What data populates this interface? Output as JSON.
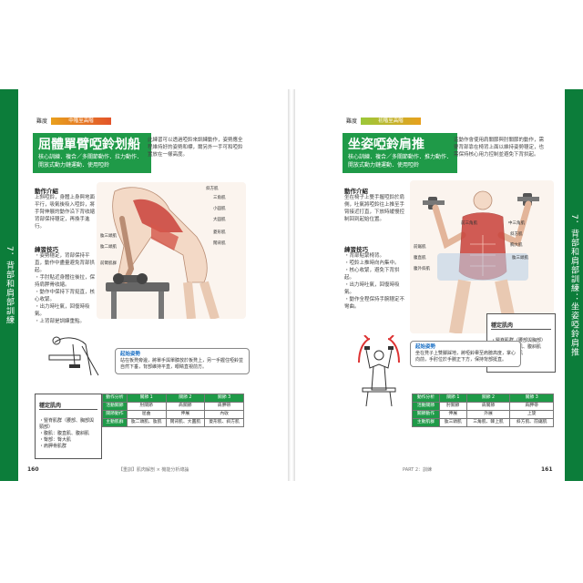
{
  "left": {
    "tab": "7．背部和肩部訓練",
    "difficulty_label": "難度",
    "difficulty_bar": "中階至高階",
    "title": "屈體單臂啞鈴划船",
    "subtitle": "核心訓練．複合／多關節動作．拉力動作．開放式動力鏈運動．使用啞鈴",
    "desc": "此練習可以透過啞鈴來訓練動作，姿勢應全程維持好的姿勢和標，爾另外一手可和啞鈴置放在一樣高度。",
    "intro_title": "動作介紹",
    "intro": "上斜啞鈴，身體上身與地面平行，吸氣後吸入啞鈴，將手臂伸展的動作沿下背收縮背部保持穩定，再換手進行。",
    "tips_title": "練習技巧",
    "tips": "・姿勢穩定，背部保持平直，動作中盡量避免背部拱起。\n・手肘貼近身體往後拉，保持肩胛骨收縮。\n・動作中保持下背挺直，核心收緊。\n・出力時吐氣，回復時吸氣。\n・上背部是訓練重點。",
    "labels": [
      "斜方肌",
      "三角肌",
      "小圓肌",
      "大圓肌",
      "菱形肌",
      "闊背肌",
      "肱三頭肌",
      "肱二頭肌",
      "前臂肌群"
    ],
    "start_title": "起始姿勢",
    "start": "站在板凳旁邊，將單手與單膝放於板凳上，另一手握住啞鈴並自然下垂，背部維持平直，眼睛直視前方。",
    "stab_title": "穩定肌肉",
    "stab": "・豎脊肌群（腰部、胸部與頸部）\n・腹肌：腹直肌、腹斜肌\n・臀部：臀大肌\n・肩胛骨肌群",
    "table": {
      "headers": [
        "動作分析",
        "關節 1",
        "關節 2",
        "關節 3"
      ],
      "rows": [
        [
          "活動關節",
          "肘關節",
          "肩關節",
          "肩胛帶"
        ],
        [
          "關節動作",
          "屈曲",
          "伸展",
          "內收"
        ],
        [
          "主動肌群",
          "肱二頭肌、肱肌",
          "闊背肌、大圓肌",
          "菱形肌、斜方肌"
        ]
      ]
    },
    "page_num": "160",
    "footer": "【重訓】肌肉解剖 × 機能分析總論"
  },
  "right": {
    "tab": "7．背部和肩部訓練：坐姿啞鈴肩推",
    "difficulty_label": "難度",
    "difficulty_bar": "初階至高階",
    "title": "坐姿啞鈴肩推",
    "subtitle": "核心訓練．複合／多關節動作．推力動作．開放式動力鏈運動．使用啞鈴",
    "desc": "這動作會使用肩關節與肘關節的動作，需要背部靠在椅背上面以維持姿勢穩定，也需保持核心用力控制並避免下背拱起。",
    "intro_title": "動作介紹",
    "intro": "坐在椅子上雙手握啞鈴於肩側，吐氣將啞鈴往上推至手臂接近打直，下放時緩慢控制回到起始位置。",
    "tips_title": "練習技巧",
    "tips": "・背部貼緊椅背。\n・啞鈴上推時向內集中。\n・核心收緊，避免下背拱起。\n・出力時吐氣，回復時吸氣。\n・動作全程保持手腕穩定不彎曲。",
    "labels": [
      "前三角肌",
      "中三角肌",
      "斜方肌",
      "胸大肌",
      "肱三頭肌",
      "前鋸肌",
      "腹直肌",
      "腹外斜肌"
    ],
    "start_title": "起始姿勢",
    "start": "坐在凳子上雙腳踩地，將啞鈴舉至肩膀高度，掌心向前，手肘位於手腕正下方，保持背部挺直。",
    "stab_title": "穩定肌肉",
    "stab": "・豎脊肌群（腰部與胸部）\n・腹肌：腹直肌、腹斜肌\n・臀部：臀大肌\n・肩胛骨肌群",
    "table": {
      "headers": [
        "動作分析",
        "關節 1",
        "關節 2",
        "關節 3"
      ],
      "rows": [
        [
          "活動關節",
          "肘關節",
          "肩關節",
          "肩胛帶"
        ],
        [
          "關節動作",
          "伸展",
          "外展",
          "上旋"
        ],
        [
          "主動肌群",
          "肱三頭肌",
          "三角肌、棘上肌",
          "斜方肌、前鋸肌"
        ]
      ]
    },
    "page_num": "161",
    "footer": "PART 2：訓練"
  }
}
